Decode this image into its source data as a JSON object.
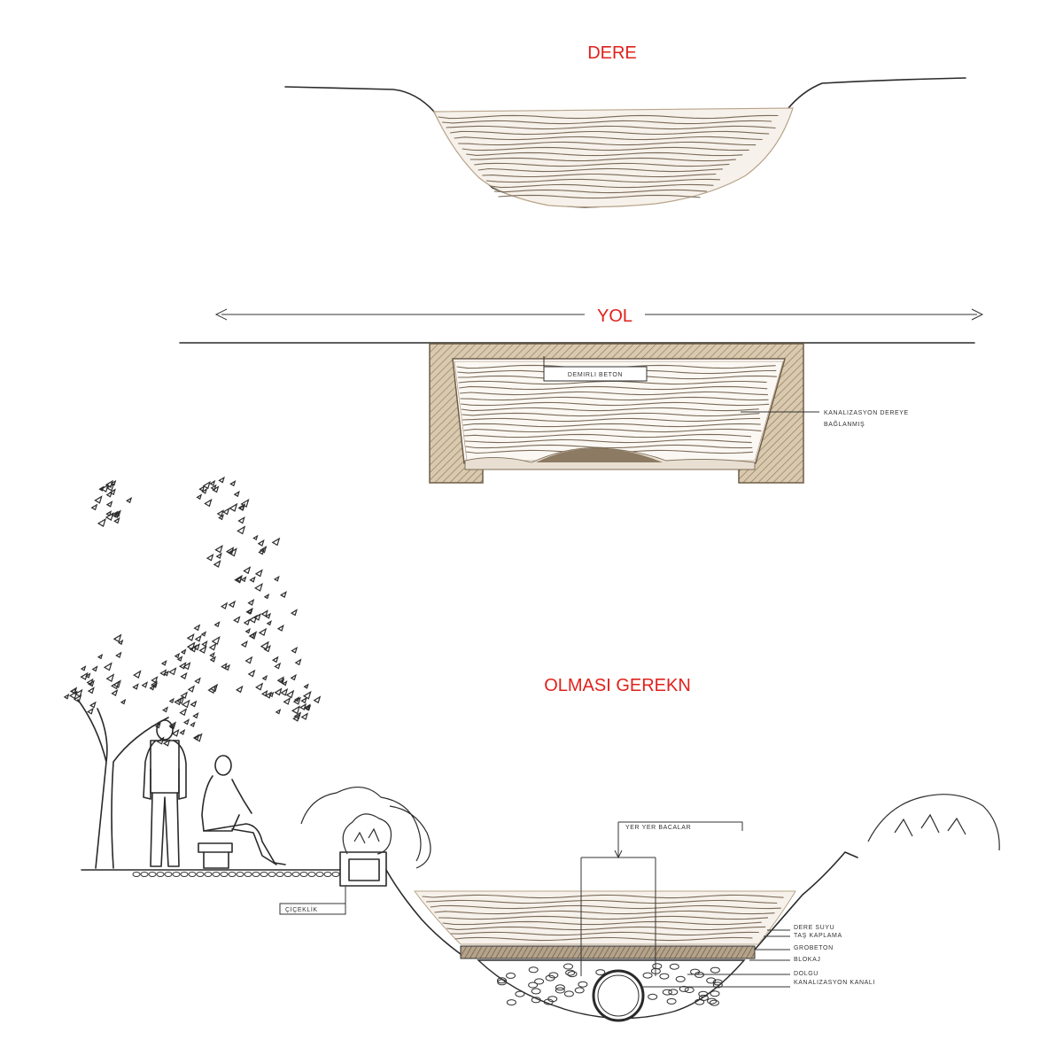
{
  "colors": {
    "title_red": "#e0211b",
    "sketch_brown": "#b8a48a",
    "ink": "#2a2a2a"
  },
  "section_1": {
    "title": "DERE"
  },
  "section_2": {
    "title": "YOL",
    "label_concrete": "DEMIRLI BETON",
    "label_sewer_line1": "KANALIZASYON DEREYE",
    "label_sewer_line2": "BAĞLANMIŞ"
  },
  "section_3": {
    "title": "OLMASI GEREKN",
    "label_shafts": "YER YER BACALAR",
    "label_planter": "ÇİÇEKLİK",
    "label_creek_water": "DERE SUYU",
    "label_stone_cladding": "TAŞ KAPLAMA",
    "label_lean_concrete": "GROBETON",
    "label_blockage": "BLOKAJ",
    "label_fill": "DOLGU",
    "label_sewer_channel": "KANALIZASYON KANALI"
  }
}
